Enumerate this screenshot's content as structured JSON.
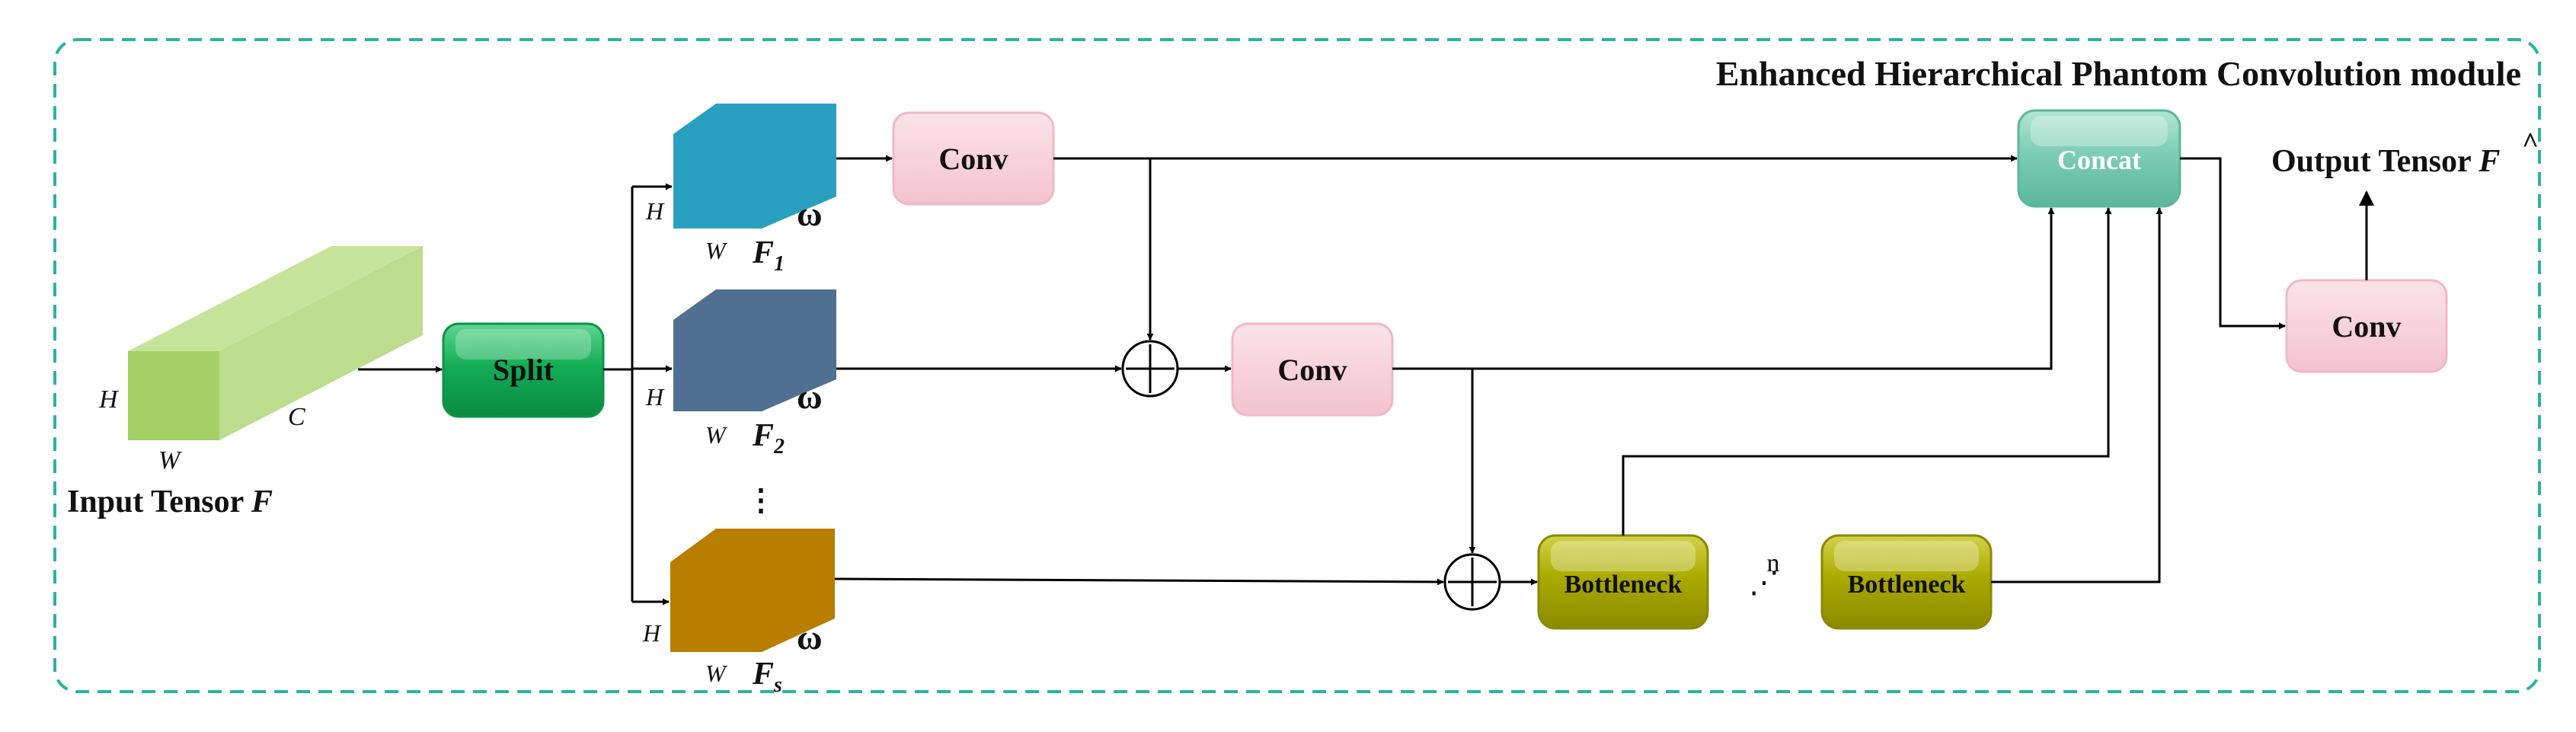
{
  "module_title": "Enhanced Hierarchical Phantom Convolution module",
  "input": {
    "label": "Input Tensor",
    "symbol": "F",
    "dims": {
      "h": "H",
      "w": "W",
      "c": "C"
    }
  },
  "split_label": "Split",
  "branches": [
    {
      "name_base": "F",
      "name_sub": "1",
      "h": "H",
      "w": "W",
      "omega": "ω",
      "color": "#2aa0c0"
    },
    {
      "name_base": "F",
      "name_sub": "2",
      "h": "H",
      "w": "W",
      "omega": "ω",
      "color": "#4f7090"
    },
    {
      "name_base": "F",
      "name_sub": "s",
      "h": "H",
      "w": "W",
      "omega": "ω",
      "color": "#b97d00"
    }
  ],
  "conv_label": "Conv",
  "concat_label": "Concat",
  "bottleneck_label": "Bottleneck",
  "repeat_label": "n",
  "output": {
    "label": "Output Tensor",
    "symbol": "F",
    "hat": "^"
  },
  "colors": {
    "dashed_border": "#2bb3a3",
    "input_cube": "#a8d46b",
    "split": "#13ad55",
    "conv": "#f7cfd9",
    "concat": "#7ccdb3",
    "bottleneck": "#aaaa00"
  }
}
